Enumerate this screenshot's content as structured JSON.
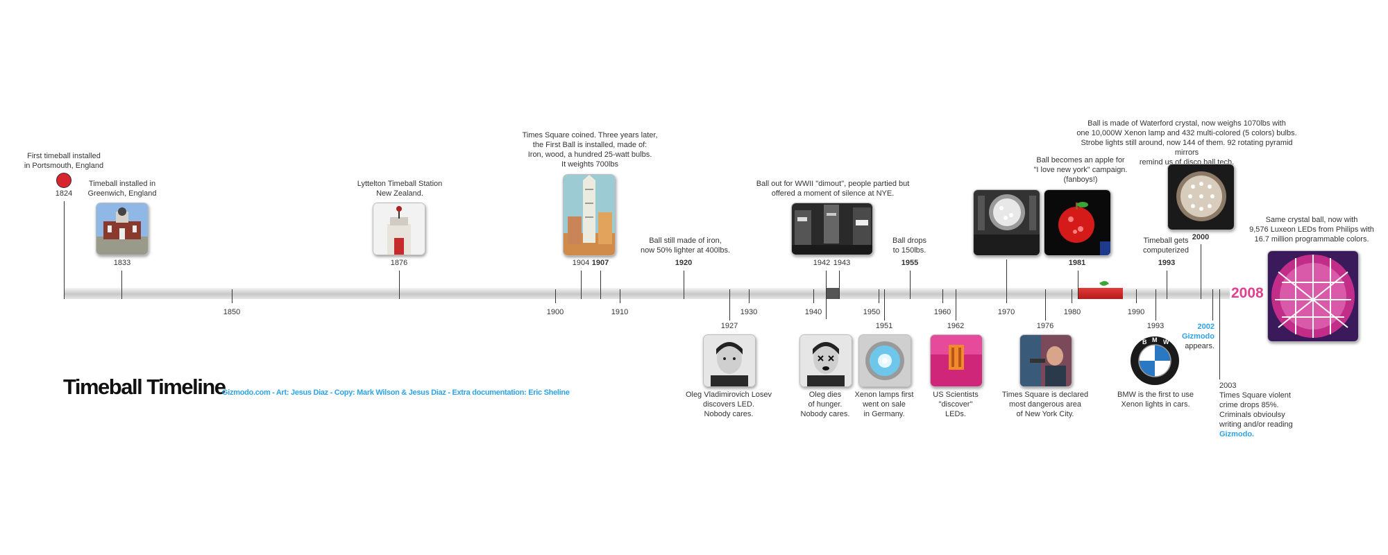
{
  "title": "Timeball Timeline",
  "credits": "Gizmodo.com - Art: Jesus Diaz - Copy: Mark Wilson & Jesus Diaz - Extra documentation: Eric Sheline",
  "end_year": "2008",
  "colors": {
    "accent_pink": "#e0408f",
    "accent_blue": "#2ba3e6",
    "marker_red": "#d8242f"
  },
  "axis_years": [
    {
      "id": "a1850",
      "label": "1850"
    },
    {
      "id": "a1900",
      "label": "1900"
    },
    {
      "id": "a1910",
      "label": "1910"
    },
    {
      "id": "a1930",
      "label": "1930"
    },
    {
      "id": "a1940",
      "label": "1940"
    },
    {
      "id": "a1950",
      "label": "1950"
    },
    {
      "id": "a1960",
      "label": "1960"
    },
    {
      "id": "a1970",
      "label": "1970"
    },
    {
      "id": "a1980",
      "label": "1980"
    },
    {
      "id": "a1990",
      "label": "1990"
    }
  ],
  "events_above": [
    {
      "id": "e1824",
      "year": "1824",
      "bold": false,
      "text": "First timeball installed\nin Portsmouth, England",
      "image": "red-ball-icon"
    },
    {
      "id": "e1833",
      "year": "1833",
      "bold": false,
      "text": "Timeball installed in\nGreenwich, England",
      "image": "greenwich-observatory-photo"
    },
    {
      "id": "e1876",
      "year": "1876",
      "bold": false,
      "text": "Lyttelton Timeball Station\nNew Zealand.",
      "image": "lyttelton-tower-photo"
    },
    {
      "id": "e1904",
      "year": "1904",
      "bold": false,
      "text": "",
      "image": ""
    },
    {
      "id": "e1907",
      "year": "1907",
      "bold": true,
      "text": "Times Square coined. Three years later,\nthe First Ball is installed, made of:\nIron, wood, a hundred 25-watt bulbs.\nIt weights 700lbs",
      "image": "times-tower-postcard-photo"
    },
    {
      "id": "e1920",
      "year": "1920",
      "bold": true,
      "text": "Ball still made of iron,\nnow 50% lighter at 400lbs.",
      "image": ""
    },
    {
      "id": "e1942",
      "year": "1942",
      "bold": false,
      "text": "Ball out for WWII \"dimout\", people partied but\noffered a moment of silence at NYE.",
      "image": "times-square-night-photo"
    },
    {
      "id": "e1943",
      "year": "1943",
      "bold": false,
      "text": "",
      "image": ""
    },
    {
      "id": "e1955",
      "year": "1955",
      "bold": true,
      "text": "Ball drops\nto 150lbs.",
      "image": ""
    },
    {
      "id": "e1970",
      "year": "",
      "bold": false,
      "text": "",
      "image": "lit-ball-crowd-photo"
    },
    {
      "id": "e1981",
      "year": "1981",
      "bold": true,
      "text": "Ball becomes an apple  for\n\"I love new york\" campaign.\n(fanboys!)",
      "image": "apple-ball-photo"
    },
    {
      "id": "e1993",
      "year": "1993",
      "bold": true,
      "text": "Timeball gets\ncomputerized",
      "image": ""
    },
    {
      "id": "e2000",
      "year": "2000",
      "bold": true,
      "text": "Ball is made of Waterford crystal, now weighs 1070lbs with\none 10,000W Xenon lamp and 432 multi-colored (5 colors) bulbs.\nStrobe lights still around, now 144 of them. 92 rotating pyramid mirrors\nremind us of disco ball tech.",
      "image": "crystal-ball-photo"
    },
    {
      "id": "e2008",
      "year": "",
      "bold": false,
      "text": "Same crystal ball, now with\n9,576 Luxeon LEDs from Philips with\n16.7 million programmable colors.",
      "image": "led-ball-photo"
    }
  ],
  "events_below": [
    {
      "id": "b1927",
      "year": "1927",
      "text": "Oleg Vladimirovich Losev\ndiscovers LED.\nNobody cares.",
      "image": "losev-portrait-photo"
    },
    {
      "id": "b1942",
      "year": "",
      "text": "Oleg dies\nof hunger.\nNobody cares.",
      "image": "losev-dead-portrait-photo"
    },
    {
      "id": "b1951",
      "year": "1951",
      "text": "Xenon lamps first\nwent on sale\nin Germany.",
      "image": "xenon-lamp-photo"
    },
    {
      "id": "b1962",
      "year": "1962",
      "text": "US Scientists\n\"discover\"\nLEDs.",
      "image": "led-photo"
    },
    {
      "id": "b1976",
      "year": "1976",
      "text": "Times Square is declared\nmost dangerous area\nof New York City.",
      "image": "taxi-driver-still-photo"
    },
    {
      "id": "b1993",
      "year": "1993",
      "text": "BMW is the first to use\nXenon lights in cars.",
      "image": "bmw-logo"
    },
    {
      "id": "b2002",
      "year": "2002",
      "text": "Gizmodo",
      "text2": "appears.",
      "image": ""
    },
    {
      "id": "b2003",
      "year": "2003",
      "text": "Times Square violent\ncrime drops 85%.\nCriminals obvioulsy\nwriting and/or reading",
      "text2": "Gizmodo.",
      "image": ""
    }
  ]
}
